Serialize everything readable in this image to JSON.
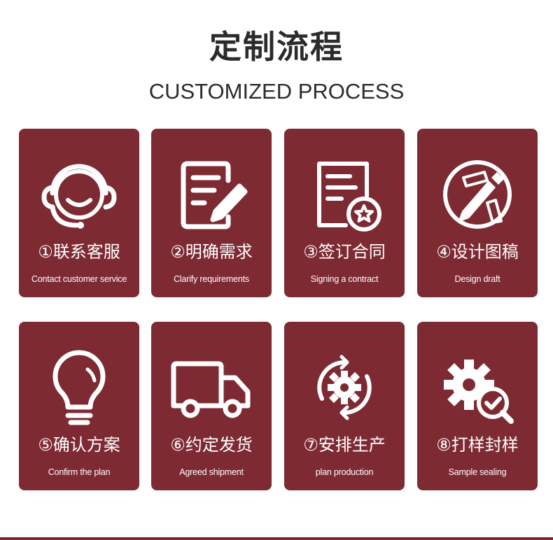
{
  "header": {
    "title_cn": "定制流程",
    "title_en": "CUSTOMIZED PROCESS"
  },
  "colors": {
    "card": "#7e2a33",
    "text": "#2b2b2b",
    "background": "#ffffff"
  },
  "steps": [
    {
      "label_cn": "①联系客服",
      "label_en": "Contact customer service",
      "icon": "headset-icon"
    },
    {
      "label_cn": "②明确需求",
      "label_en": "Clarify requirements",
      "icon": "edit-document-icon"
    },
    {
      "label_cn": "③签订合同",
      "label_en": "Signing a contract",
      "icon": "contract-seal-icon"
    },
    {
      "label_cn": "④设计图稿",
      "label_en": "Design draft",
      "icon": "pencil-ruler-icon"
    },
    {
      "label_cn": "⑤确认方案",
      "label_en": "Confirm the plan",
      "icon": "lightbulb-icon"
    },
    {
      "label_cn": "⑥约定发货",
      "label_en": "Agreed shipment",
      "icon": "truck-icon"
    },
    {
      "label_cn": "⑦安排生产",
      "label_en": "plan production",
      "icon": "gear-cycle-icon"
    },
    {
      "label_cn": "⑧打样封样",
      "label_en": "Sample sealing",
      "icon": "gear-check-icon"
    }
  ]
}
